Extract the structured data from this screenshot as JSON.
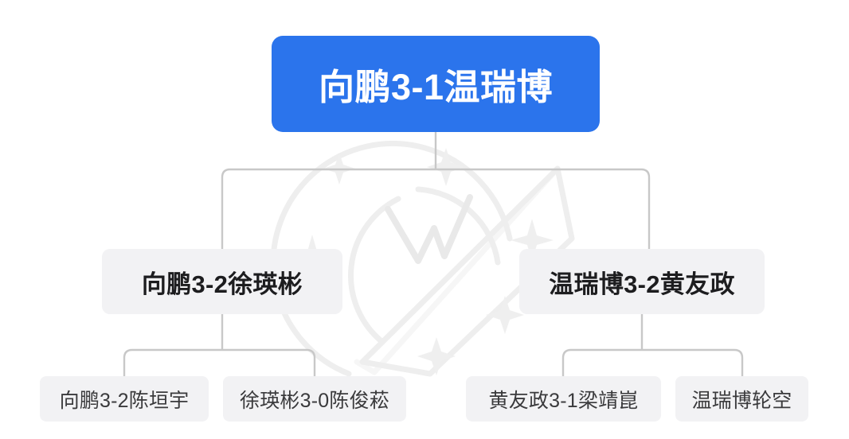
{
  "diagram": {
    "type": "tournament-bracket",
    "orientation": "top-down",
    "colors": {
      "root_background": "#2b74ec",
      "root_text": "#ffffff",
      "node_background": "#f2f2f4",
      "node_text": "#1d1d1f",
      "leaf_text": "#3a3a3c",
      "connector": "#c8c8c8",
      "page_background": "#ffffff",
      "watermark": "#eeeeee"
    },
    "root": {
      "label": "向鹏3-1温瑞博"
    },
    "semifinals": [
      {
        "label": "向鹏3-2徐瑛彬"
      },
      {
        "label": "温瑞博3-2黄友政"
      }
    ],
    "quarterfinals": [
      {
        "label": "向鹏3-2陈垣宇"
      },
      {
        "label": "徐瑛彬3-0陈俊菘"
      },
      {
        "label": "黄友政3-1梁靖崑"
      },
      {
        "label": "温瑞博轮空"
      }
    ],
    "watermark": {
      "glyph": "leaf-circle-sparkle-mark",
      "letters": "W"
    }
  }
}
